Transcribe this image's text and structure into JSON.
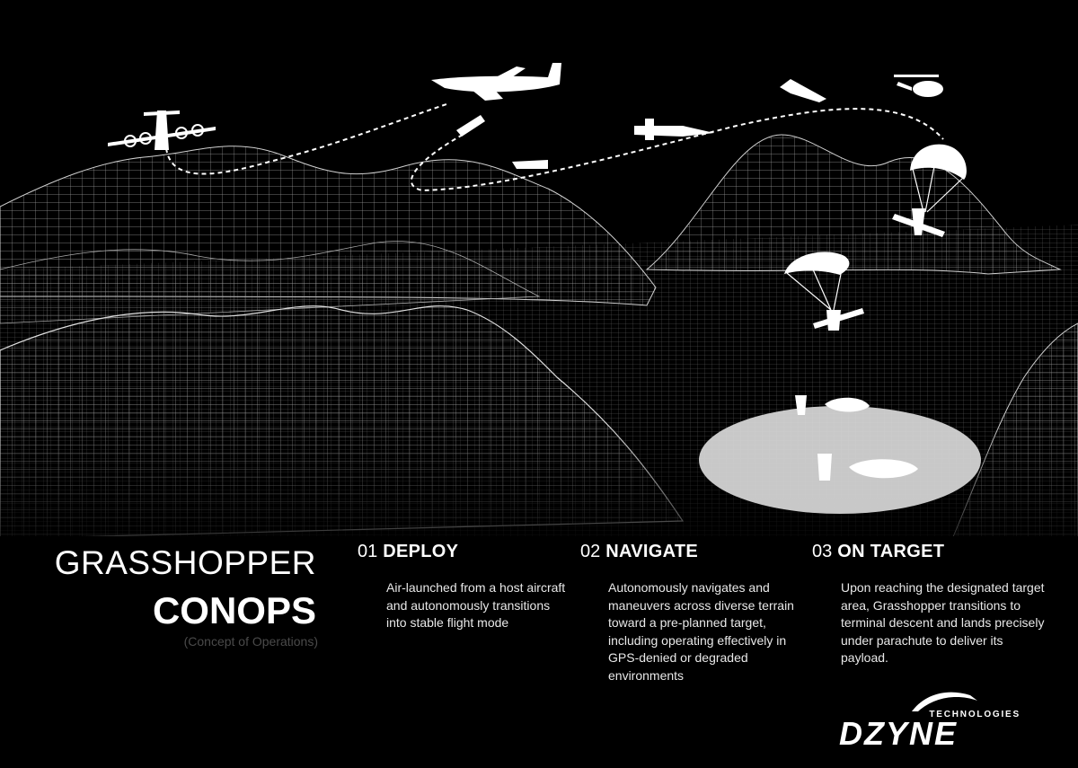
{
  "title": {
    "line1": "GRASSHOPPER",
    "line2": "CONOPS",
    "subtitle": "(Concept of Operations)"
  },
  "steps": [
    {
      "number": "01",
      "title": "DEPLOY",
      "description": "Air-launched from a host aircraft and autonomously transitions into stable flight mode"
    },
    {
      "number": "02",
      "title": "NAVIGATE",
      "description": "Autonomously navigates and maneuvers across diverse terrain toward a pre-planned target, including operating effectively in GPS-denied or degraded environments"
    },
    {
      "number": "03",
      "title": "ON TARGET",
      "description": "Upon reaching the designated target area, Grasshopper transitions to terminal descent and lands precisely under parachute to deliver its payload."
    }
  ],
  "logo": {
    "brand": "DZYNE",
    "tagline": "TECHNOLOGIES"
  },
  "icons": [
    "turboprop-aircraft-icon",
    "cargo-jet-icon",
    "drone-icon",
    "helicopter-icon",
    "parachute-icon"
  ],
  "colors": {
    "background": "#000000",
    "wireframe": "#bfbfbf",
    "landing_zone": "#d9d9d9",
    "text": "#ffffff"
  }
}
